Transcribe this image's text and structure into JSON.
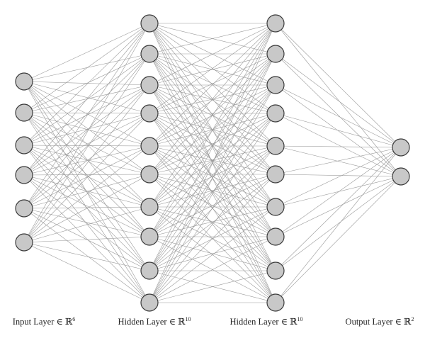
{
  "diagram": {
    "type": "feed-forward-neural-network",
    "colors": {
      "node_fill": "#c8c8c8",
      "node_stroke": "#3a3a3a",
      "edge": "#9a9a9a",
      "text": "#222222"
    },
    "layers": [
      {
        "name": "Input Layer",
        "size": 6,
        "label_prefix": "Input Layer ∈ ℝ",
        "label_exp": "6"
      },
      {
        "name": "Hidden Layer",
        "size": 10,
        "label_prefix": "Hidden Layer ∈ ℝ",
        "label_exp": "10"
      },
      {
        "name": "Hidden Layer",
        "size": 10,
        "label_prefix": "Hidden Layer ∈ ℝ",
        "label_exp": "10"
      },
      {
        "name": "Output Layer",
        "size": 2,
        "label_prefix": "Output Layer ∈ ℝ",
        "label_exp": "2"
      }
    ],
    "connectivity": "fully-connected"
  }
}
